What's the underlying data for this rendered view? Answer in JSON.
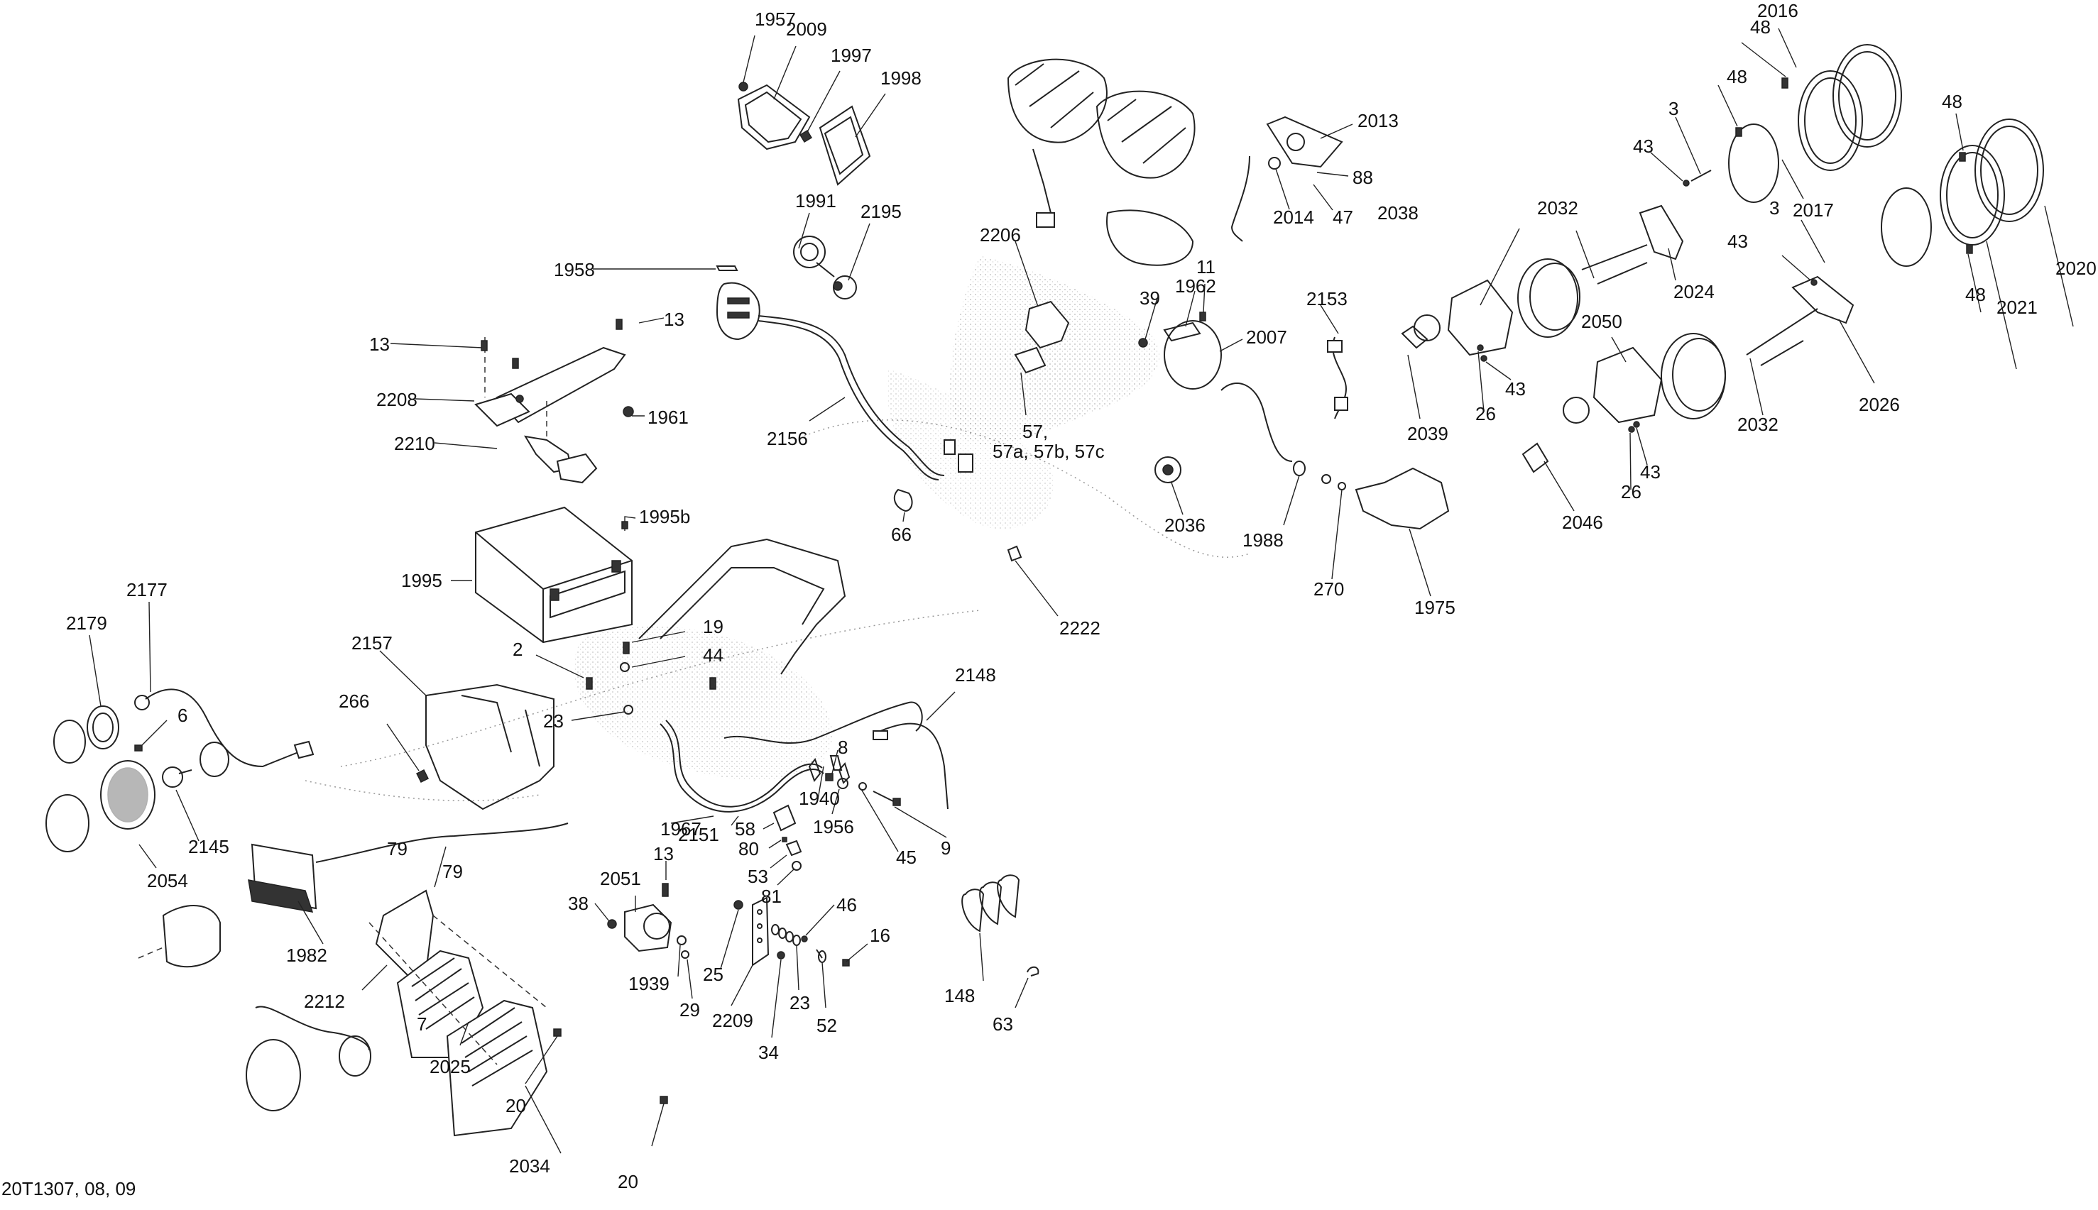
{
  "diagram": {
    "title": "Exploded parts diagram - electrical system",
    "reference_code": "20T1307, 08, 09",
    "callouts": [
      {
        "id": "c1957",
        "label": "1957"
      },
      {
        "id": "c2009",
        "label": "2009"
      },
      {
        "id": "c1997",
        "label": "1997"
      },
      {
        "id": "c1998",
        "label": "1998"
      },
      {
        "id": "c1991",
        "label": "1991"
      },
      {
        "id": "c2195",
        "label": "2195"
      },
      {
        "id": "c2206",
        "label": "2206"
      },
      {
        "id": "c1958",
        "label": "1958"
      },
      {
        "id": "c13a",
        "label": "13"
      },
      {
        "id": "c13b",
        "label": "13"
      },
      {
        "id": "c2208",
        "label": "2208"
      },
      {
        "id": "c1961",
        "label": "1961"
      },
      {
        "id": "c2210",
        "label": "2210"
      },
      {
        "id": "c2156",
        "label": "2156"
      },
      {
        "id": "c1995b",
        "label": "1995b"
      },
      {
        "id": "c1995",
        "label": "1995"
      },
      {
        "id": "c2177",
        "label": "2177"
      },
      {
        "id": "c2179",
        "label": "2179"
      },
      {
        "id": "c6",
        "label": "6"
      },
      {
        "id": "c2157",
        "label": "2157"
      },
      {
        "id": "c266",
        "label": "266"
      },
      {
        "id": "c2",
        "label": "2"
      },
      {
        "id": "c19",
        "label": "19"
      },
      {
        "id": "c44",
        "label": "44"
      },
      {
        "id": "c23a",
        "label": "23"
      },
      {
        "id": "c2145",
        "label": "2145"
      },
      {
        "id": "c2054",
        "label": "2054"
      },
      {
        "id": "c1967",
        "label": "1967"
      },
      {
        "id": "c79a",
        "label": "79"
      },
      {
        "id": "c79b",
        "label": "79"
      },
      {
        "id": "c1982",
        "label": "1982"
      },
      {
        "id": "c2212",
        "label": "2212"
      },
      {
        "id": "c7",
        "label": "7"
      },
      {
        "id": "c2025",
        "label": "2025"
      },
      {
        "id": "c20a",
        "label": "20"
      },
      {
        "id": "c2034",
        "label": "2034"
      },
      {
        "id": "c20b",
        "label": "20"
      },
      {
        "id": "c13c",
        "label": "13"
      },
      {
        "id": "c2051",
        "label": "2051"
      },
      {
        "id": "c38",
        "label": "38"
      },
      {
        "id": "c1939",
        "label": "1939"
      },
      {
        "id": "c29",
        "label": "29"
      },
      {
        "id": "c2151",
        "label": "2151"
      },
      {
        "id": "c2148",
        "label": "2148"
      },
      {
        "id": "c8",
        "label": "8"
      },
      {
        "id": "c1940",
        "label": "1940"
      },
      {
        "id": "c1956",
        "label": "1956"
      },
      {
        "id": "c58",
        "label": "58"
      },
      {
        "id": "c80",
        "label": "80"
      },
      {
        "id": "c53",
        "label": "53"
      },
      {
        "id": "c81",
        "label": "81"
      },
      {
        "id": "c45",
        "label": "45"
      },
      {
        "id": "c9",
        "label": "9"
      },
      {
        "id": "c46",
        "label": "46"
      },
      {
        "id": "c16",
        "label": "16"
      },
      {
        "id": "c25",
        "label": "25"
      },
      {
        "id": "c2209",
        "label": "2209"
      },
      {
        "id": "c23b",
        "label": "23"
      },
      {
        "id": "c52",
        "label": "52"
      },
      {
        "id": "c34",
        "label": "34"
      },
      {
        "id": "c148",
        "label": "148"
      },
      {
        "id": "c63",
        "label": "63"
      },
      {
        "id": "c66",
        "label": "66"
      },
      {
        "id": "c57",
        "label": "57,"
      },
      {
        "id": "c57abc",
        "label": "57a, 57b, 57c"
      },
      {
        "id": "c2222",
        "label": "2222"
      },
      {
        "id": "c39",
        "label": "39"
      },
      {
        "id": "c1962",
        "label": "1962"
      },
      {
        "id": "c11",
        "label": "11"
      },
      {
        "id": "c2007",
        "label": "2007"
      },
      {
        "id": "c2036",
        "label": "2036"
      },
      {
        "id": "c1988",
        "label": "1988"
      },
      {
        "id": "c270",
        "label": "270"
      },
      {
        "id": "c1975",
        "label": "1975"
      },
      {
        "id": "c2153",
        "label": "2153"
      },
      {
        "id": "c2013",
        "label": "2013"
      },
      {
        "id": "c88",
        "label": "88"
      },
      {
        "id": "c2014",
        "label": "2014"
      },
      {
        "id": "c47",
        "label": "47"
      },
      {
        "id": "c2038",
        "label": "2038"
      },
      {
        "id": "c2039",
        "label": "2039"
      },
      {
        "id": "c26a",
        "label": "26"
      },
      {
        "id": "c43a",
        "label": "43"
      },
      {
        "id": "c2032a",
        "label": "2032"
      },
      {
        "id": "c43b",
        "label": "43"
      },
      {
        "id": "c3a",
        "label": "3"
      },
      {
        "id": "c2024",
        "label": "2024"
      },
      {
        "id": "c48a",
        "label": "48"
      },
      {
        "id": "c48b",
        "label": "48"
      },
      {
        "id": "c2016",
        "label": "2016"
      },
      {
        "id": "c2017",
        "label": "2017"
      },
      {
        "id": "c3b",
        "label": "3"
      },
      {
        "id": "c43c",
        "label": "43"
      },
      {
        "id": "c48c",
        "label": "48"
      },
      {
        "id": "c2020",
        "label": "2020"
      },
      {
        "id": "c2021",
        "label": "2021"
      },
      {
        "id": "c48d",
        "label": "48"
      },
      {
        "id": "c2026",
        "label": "2026"
      },
      {
        "id": "c2050",
        "label": "2050"
      },
      {
        "id": "c2032b",
        "label": "2032"
      },
      {
        "id": "c43d",
        "label": "43"
      },
      {
        "id": "c26b",
        "label": "26"
      },
      {
        "id": "c2046",
        "label": "2046"
      }
    ]
  }
}
